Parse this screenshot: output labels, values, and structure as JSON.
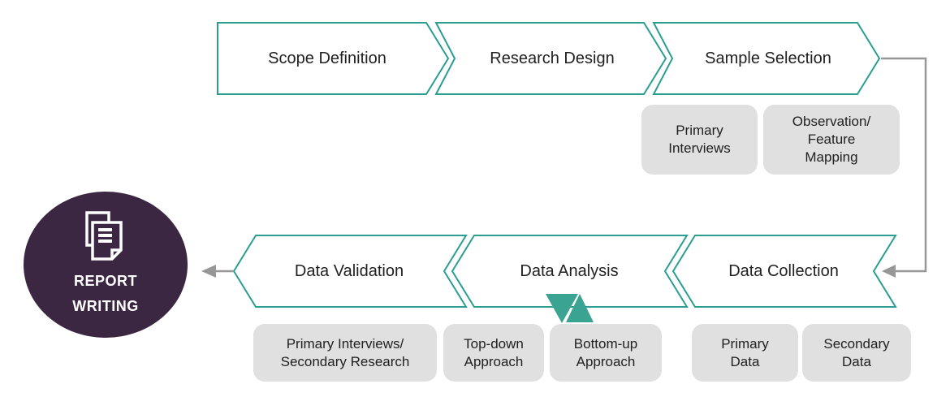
{
  "colors": {
    "teal": "#2a9e91",
    "teal-mark": "#3aa392",
    "purple": "#3b2741",
    "tag-bg": "#e0e0e0",
    "connector": "#979797",
    "text": "#212121"
  },
  "steps": {
    "top": [
      {
        "label": "Scope Definition"
      },
      {
        "label": "Research Design"
      },
      {
        "label": "Sample Selection"
      }
    ],
    "bottom": [
      {
        "label": "Data Validation"
      },
      {
        "label": "Data Analysis"
      },
      {
        "label": "Data Collection"
      }
    ]
  },
  "tags": {
    "sample_selection": [
      {
        "label": "Primary\nInterviews"
      },
      {
        "label": "Observation/\nFeature\nMapping"
      }
    ],
    "data_validation": [
      {
        "label": "Primary Interviews/\nSecondary Research"
      }
    ],
    "data_analysis": [
      {
        "label": "Top-down\nApproach"
      },
      {
        "label": "Bottom-up\nApproach"
      }
    ],
    "data_collection": [
      {
        "label": "Primary\nData"
      },
      {
        "label": "Secondary\nData"
      }
    ]
  },
  "report_node": {
    "label": "REPORT\nWRITING"
  }
}
